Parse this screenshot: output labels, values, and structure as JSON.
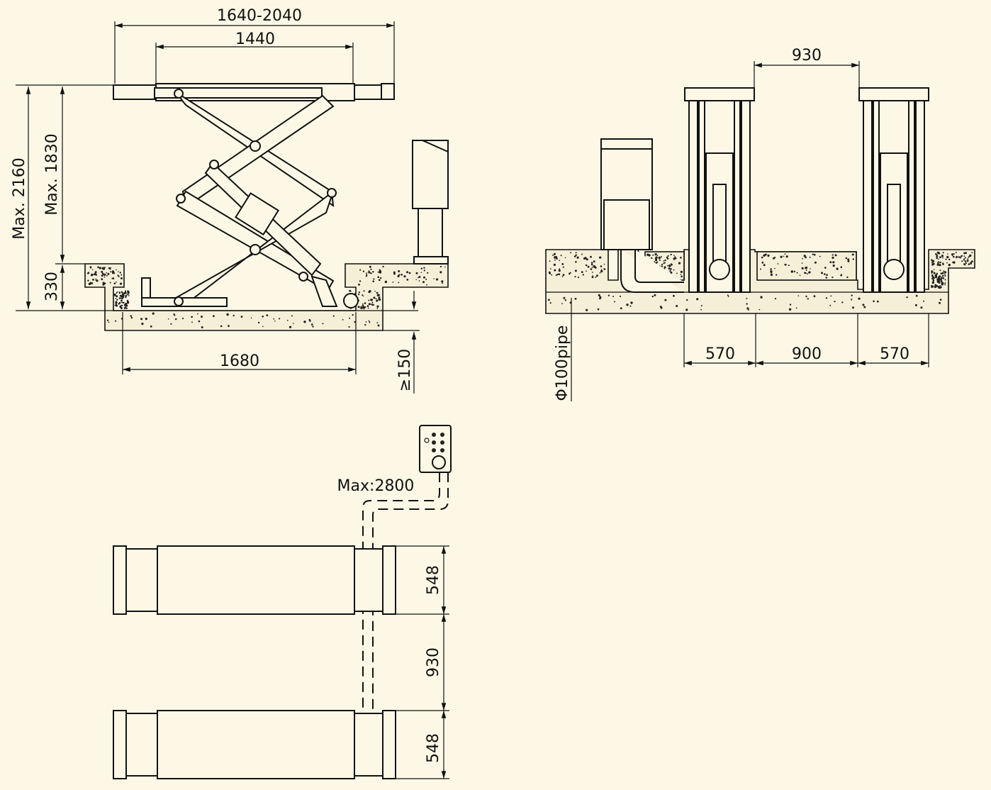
{
  "side_view": {
    "dim_width_range": "1640-2040",
    "dim_platform": "1440",
    "dim_max_total_height": "Max. 2160",
    "dim_max_lift_height": "Max. 1830",
    "dim_pit_depth": "330",
    "dim_pit_length": "1680",
    "dim_min_depth": "≥150"
  },
  "front_view": {
    "dim_gap_top": "930",
    "dim_left_pit": "570",
    "dim_center": "900",
    "dim_right_pit": "570",
    "pipe_label": "Φ100pipe"
  },
  "top_view": {
    "cable_label": "Max:2800",
    "dim_platform_width_top": "548",
    "dim_gap": "930",
    "dim_platform_width_bottom": "548"
  },
  "colors": {
    "background": "#fdf8e6",
    "line": "#111111",
    "concrete": "#f6efd7"
  }
}
